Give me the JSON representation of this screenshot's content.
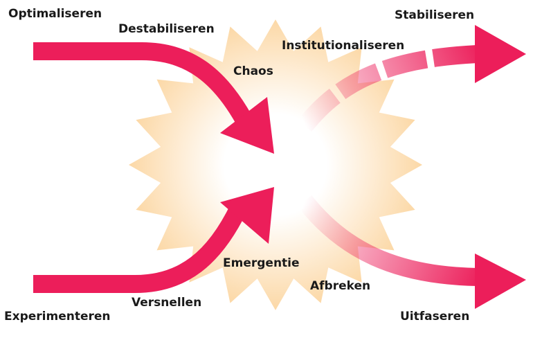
{
  "colors": {
    "arrow": "#ec1e5a",
    "burst_outer": "#fcd8a6",
    "burst_center": "#ffffff",
    "text": "#1a1a1a"
  },
  "labels": {
    "optimaliseren": "Optimaliseren",
    "destabiliseren": "Destabiliseren",
    "chaos": "Chaos",
    "institutionaliseren": "Institutionaliseren",
    "stabiliseren": "Stabiliseren",
    "emergentie": "Emergentie",
    "afbreken": "Afbreken",
    "experimenteren": "Experimenteren",
    "versnellen": "Versnellen",
    "uitfaseren": "Uitfaseren"
  }
}
